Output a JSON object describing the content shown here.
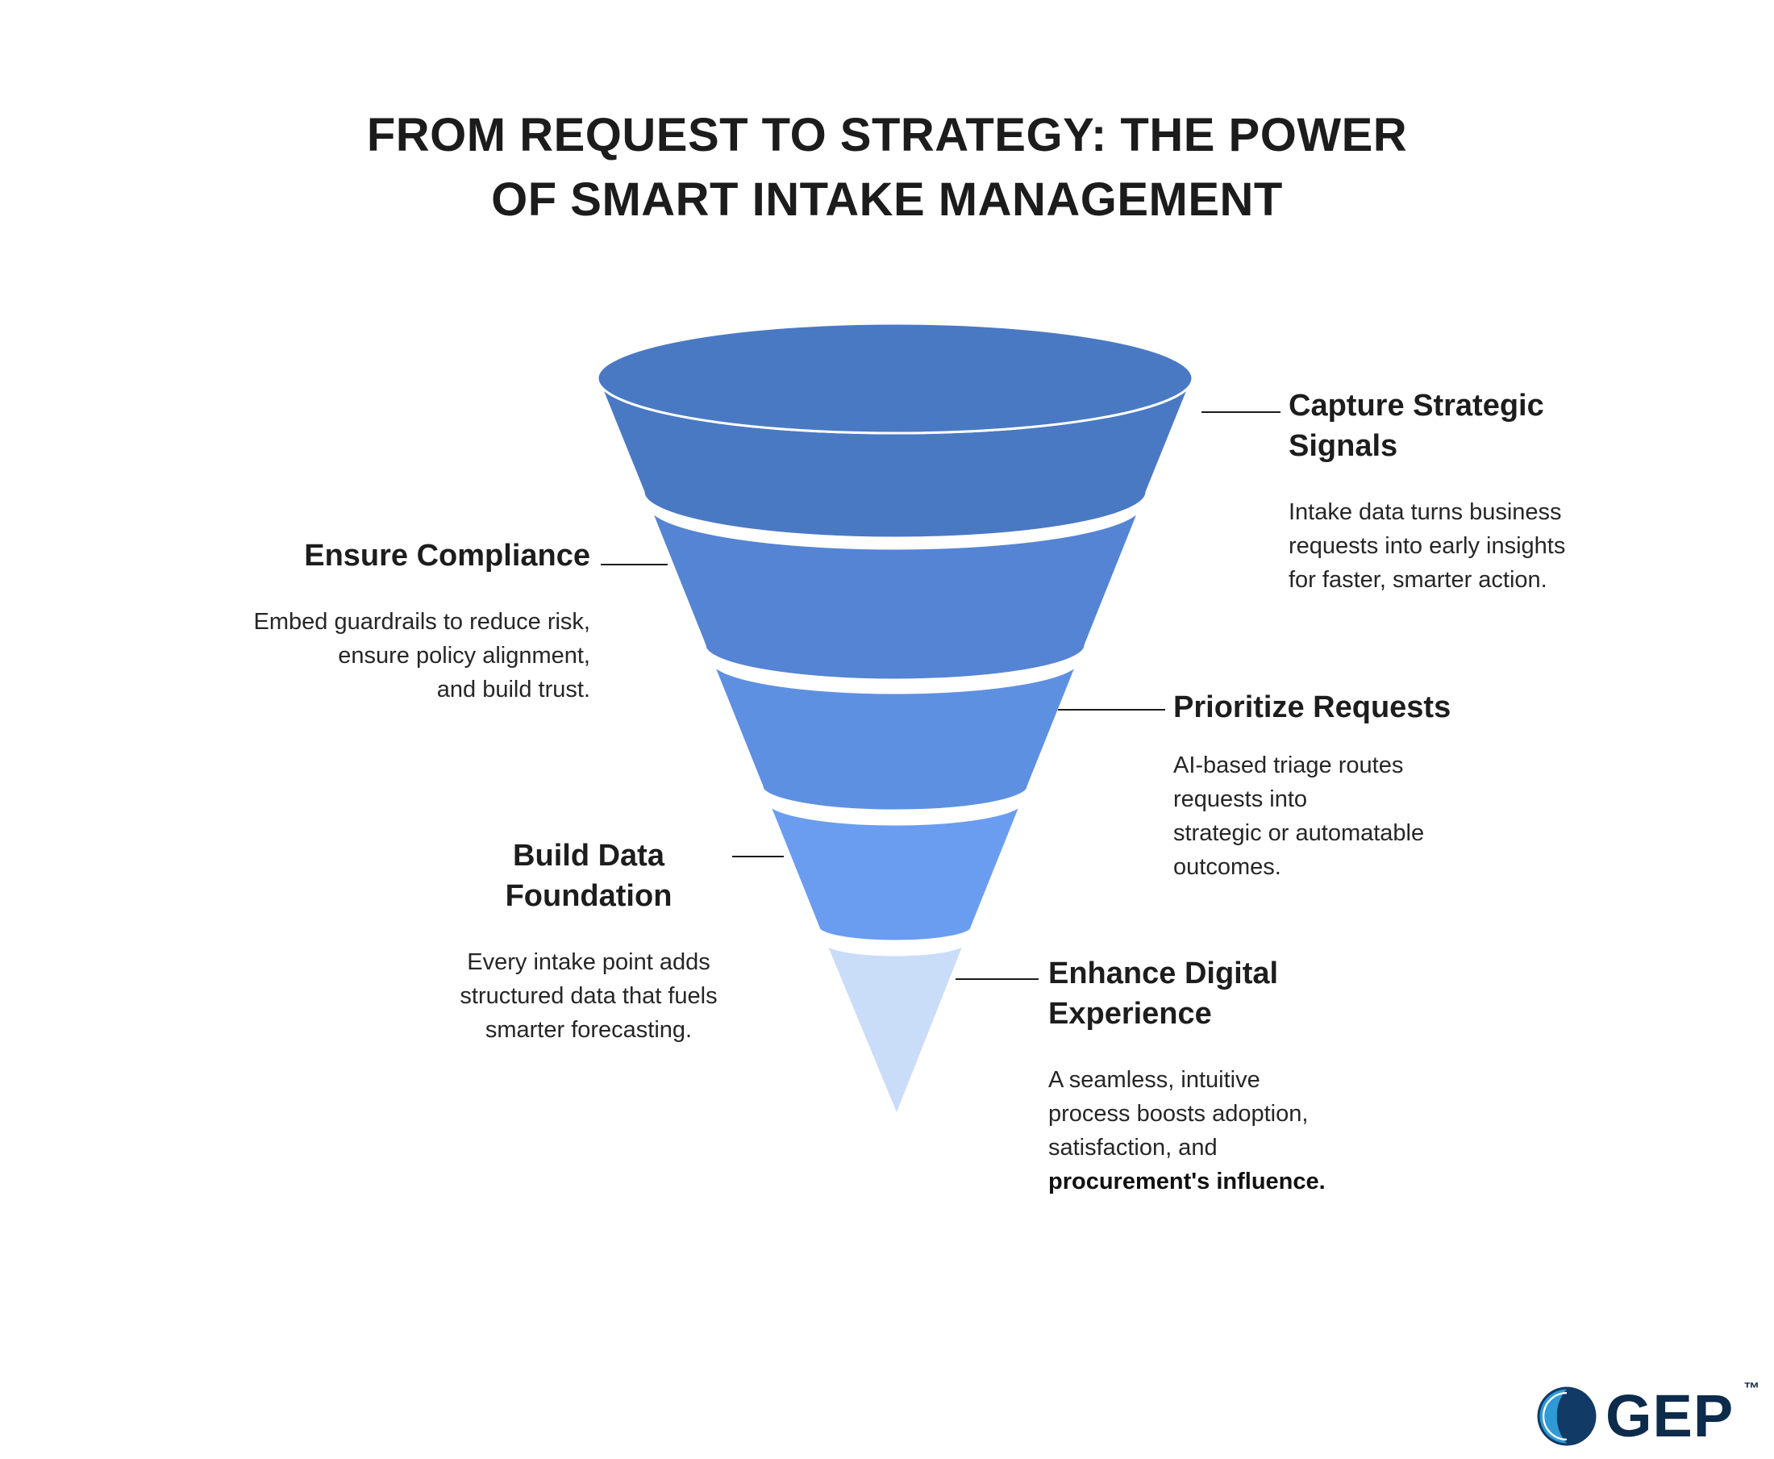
{
  "title": {
    "line1": "FROM REQUEST TO STRATEGY: THE POWER",
    "line2": "OF SMART INTAKE MANAGEMENT",
    "full": "FROM REQUEST TO STRATEGY: THE POWER\nOF SMART INTAKE MANAGEMENT"
  },
  "funnel": {
    "segments": [
      {
        "name": "Capture Strategic Signals",
        "color": "#4A79C4"
      },
      {
        "name": "Ensure Compliance",
        "color": "#5484D3"
      },
      {
        "name": "Prioritize Requests",
        "color": "#5E90E2"
      },
      {
        "name": "Build Data Foundation",
        "color": "#6A9DF0"
      },
      {
        "name": "Enhance Digital Experience",
        "color": "#C9DCF8"
      }
    ],
    "outline_color": "#ffffff",
    "connector_color": "#1c1c1c"
  },
  "labels": {
    "capture": {
      "heading": "Capture Strategic\nSignals",
      "body": "Intake data turns business\nrequests into early insights\nfor faster, smarter action."
    },
    "compliance": {
      "heading": "Ensure Compliance",
      "body": "Embed guardrails to reduce risk,\nensure policy alignment,\nand build trust."
    },
    "prioritize": {
      "heading": "Prioritize Requests",
      "body": "AI-based triage routes\nrequests into\nstrategic or automatable\noutcomes."
    },
    "data_foundation": {
      "heading": "Build Data\nFoundation",
      "body": "Every intake point adds\nstructured data that fuels\nsmarter forecasting."
    },
    "digital": {
      "heading": "Enhance Digital\nExperience",
      "body": "A seamless, intuitive\nprocess boosts adoption,\nsatisfaction, and",
      "body_bold": "procurement's influence."
    }
  },
  "logo": {
    "text": "GEP",
    "tm": "™",
    "circle_color": "#123a66",
    "swirl_color": "#2e9bd6",
    "text_color": "#0d2b4b"
  }
}
